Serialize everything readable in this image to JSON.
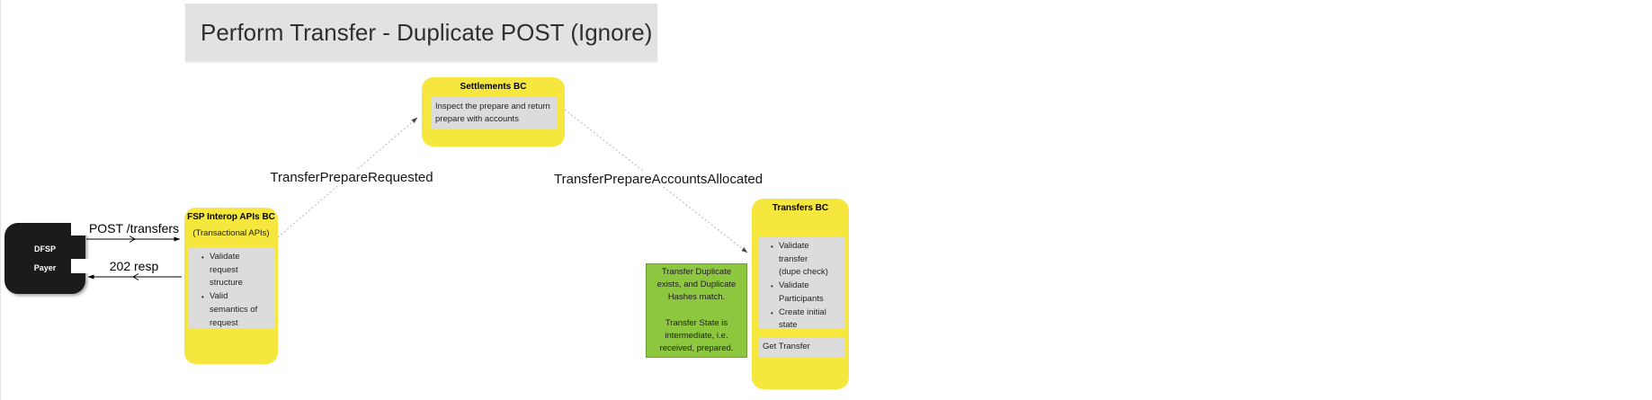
{
  "title": {
    "text": "Perform Transfer - Duplicate POST (Ignore)"
  },
  "actor": {
    "line1": "DFSP",
    "line2": "Payer"
  },
  "messages": {
    "post_transfers": "POST /transfers",
    "resp_202": "202 resp",
    "transfer_prepare_requested": "TransferPrepareRequested",
    "transfer_prepare_accounts_allocated": "TransferPrepareAccountsAllocated"
  },
  "settlements_bc": {
    "header": "Settlements BC",
    "note": "Inspect the prepare and return prepare with accounts"
  },
  "fsp_interop_bc": {
    "header": "FSP Interop APIs BC",
    "subheader": "(Transactional APIs)",
    "bullets": [
      "Validate request structure",
      "Valid semantics of request"
    ]
  },
  "transfers_bc": {
    "header": "Transfers BC",
    "bullets": [
      "Validate transfer (dupe check)",
      "Validate Participants",
      "Create initial state"
    ],
    "action": "Get Transfer"
  },
  "duplicate_note": {
    "para1": "Transfer Duplicate exists, and Duplicate Hashes match.",
    "para2": "Transfer State is intermediate, i.e. received, prepared."
  },
  "colors": {
    "yellow": "#F5E73E",
    "note_gray": "#DCDCDC",
    "title_gray": "#E2E2E2",
    "green_fill": "#8DC63F",
    "green_border": "#67A22E",
    "actor_black": "#1B1B1B",
    "edge_dotted": "#B5B5B5",
    "edge_solid": "#000000"
  }
}
